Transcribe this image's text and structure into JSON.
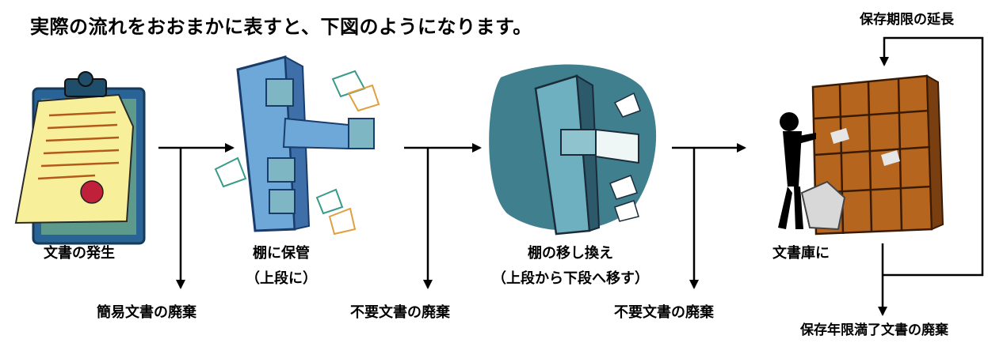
{
  "heading": "実際の流れをおおまかに表すと、下図のようになります。",
  "stages": [
    {
      "label": "文書の発生"
    },
    {
      "label_line1": "棚に保管",
      "label_line2": "（上段に）"
    },
    {
      "label_line1": "棚の移し換え",
      "label_line2": "（上段から下段へ移す）"
    },
    {
      "label": "文書庫に"
    }
  ],
  "disposals": [
    "簡易文書の廃棄",
    "不要文書の廃棄",
    "不要文書の廃棄",
    "保存年限満了文書の廃棄"
  ],
  "extension_label": "保存期限の延長",
  "colors": {
    "clipboard": "#2a6496",
    "paper": "#f7ef9a",
    "seal": "#c0203a",
    "cabinet_light": "#6da8d8",
    "cabinet_dark": "#3f7fa0",
    "shelf": "#b5651d",
    "arrow": "#000000"
  }
}
